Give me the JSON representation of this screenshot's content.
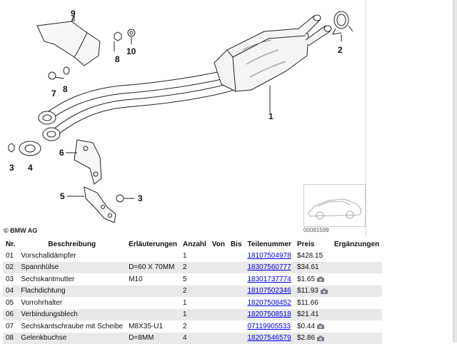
{
  "diagram": {
    "callouts": {
      "c9": "9",
      "c8a": "8",
      "c10": "10",
      "c2": "2",
      "c7": "7",
      "c8b": "8",
      "c1": "1",
      "c3a": "3",
      "c4": "4",
      "c6": "6",
      "c5": "5",
      "c3b": "3"
    },
    "copyright": "© BMW AG",
    "reference_number": "00081599"
  },
  "table": {
    "headers": [
      "Nr.",
      "Beschreibung",
      "Erläuterungen",
      "Anzahl",
      "Von",
      "Bis",
      "Teilenummer",
      "Preis",
      "Ergänzungen"
    ],
    "rows": [
      {
        "nr": "01",
        "desc": "Vorschalldämpfer",
        "expl": "",
        "qty": "1",
        "von": "",
        "bis": "",
        "part": "18107504978",
        "price": "$428.15",
        "cam": false
      },
      {
        "nr": "02",
        "desc": "Spannhülse",
        "expl": "D=60 X 70MM",
        "qty": "2",
        "von": "",
        "bis": "",
        "part": "18307560777",
        "price": "$34.61",
        "cam": false
      },
      {
        "nr": "03",
        "desc": "Sechskantmutter",
        "expl": "M10",
        "qty": "5",
        "von": "",
        "bis": "",
        "part": "18301737774",
        "price": "$1.65",
        "cam": true
      },
      {
        "nr": "04",
        "desc": "Flachdichtung",
        "expl": "",
        "qty": "2",
        "von": "",
        "bis": "",
        "part": "18107502346",
        "price": "$11.93",
        "cam": true
      },
      {
        "nr": "05",
        "desc": "Vorrohrhalter",
        "expl": "",
        "qty": "1",
        "von": "",
        "bis": "",
        "part": "18207508452",
        "price": "$11.66",
        "cam": false
      },
      {
        "nr": "06",
        "desc": "Verbindungsblech",
        "expl": "",
        "qty": "1",
        "von": "",
        "bis": "",
        "part": "18207508518",
        "price": "$21.41",
        "cam": false
      },
      {
        "nr": "07",
        "desc": "Sechskantschraube mit Scheibe",
        "expl": "M8X35-U1",
        "qty": "2",
        "von": "",
        "bis": "",
        "part": "07119905533",
        "price": "$0.44",
        "cam": true
      },
      {
        "nr": "08",
        "desc": "Gelenkbuchse",
        "expl": "D=8MM",
        "qty": "4",
        "von": "",
        "bis": "",
        "part": "18207546579",
        "price": "$2.86",
        "cam": true
      }
    ]
  },
  "icons": {
    "camera": "camera-icon"
  },
  "colors": {
    "link": "#0000ee",
    "row_alt": "#e9e9e9"
  }
}
